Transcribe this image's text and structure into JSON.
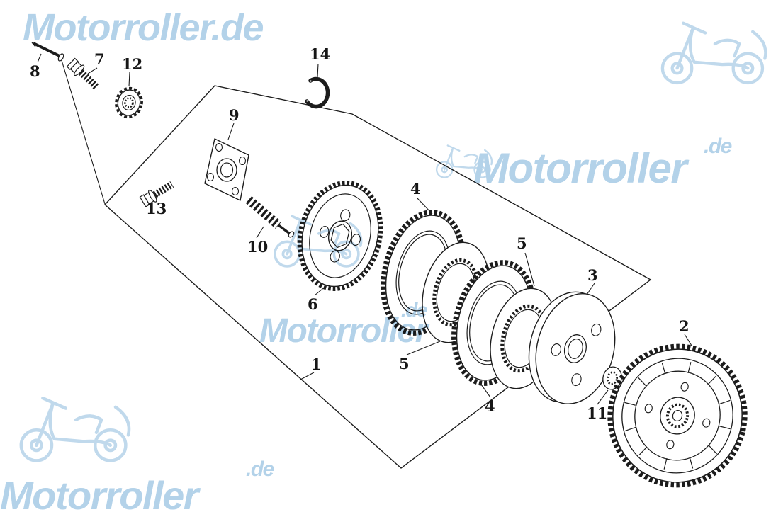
{
  "watermark": {
    "brand_full": "Motorroller.de",
    "brand": "Motorroller",
    "tld": ".de",
    "brand_color": "#b3d2e9"
  },
  "diagram_line_color": "#1c1c1c",
  "part_labels": {
    "n1": "1",
    "n2": "2",
    "n3": "3",
    "n4a": "4",
    "n4b": "4",
    "n5a": "5",
    "n5b": "5",
    "n6": "6",
    "n7": "7",
    "n8": "8",
    "n9": "9",
    "n10": "10",
    "n11": "11",
    "n12": "12",
    "n13": "13",
    "n14": "14"
  }
}
